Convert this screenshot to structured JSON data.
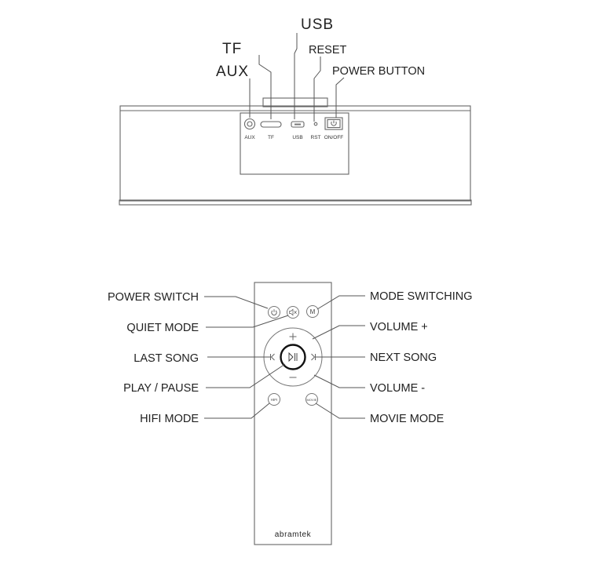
{
  "speaker": {
    "callouts": {
      "usb": "USB",
      "tf": "TF",
      "reset": "RESET",
      "aux": "AUX",
      "power": "POWER BUTTON"
    },
    "port_labels": {
      "aux": "AUX",
      "tf": "TF",
      "usb": "USB",
      "rst": "RST",
      "onoff": "ON/OFF"
    }
  },
  "remote": {
    "left_labels": {
      "power_switch": "POWER SWITCH",
      "quiet_mode": "QUIET MODE",
      "last_song": "LAST SONG",
      "play_pause": "PLAY / PAUSE",
      "hifi_mode": "HIFI MODE"
    },
    "right_labels": {
      "mode_switching": "MODE SWITCHING",
      "volume_up": "VOLUME +",
      "next_song": "NEXT SONG",
      "volume_down": "VOLUME -",
      "movie_mode": "MOVIE MODE"
    },
    "button_text": {
      "hifi": "HIFI",
      "movie": "MOVIE",
      "mode": "M"
    },
    "brand": "abramtek"
  }
}
